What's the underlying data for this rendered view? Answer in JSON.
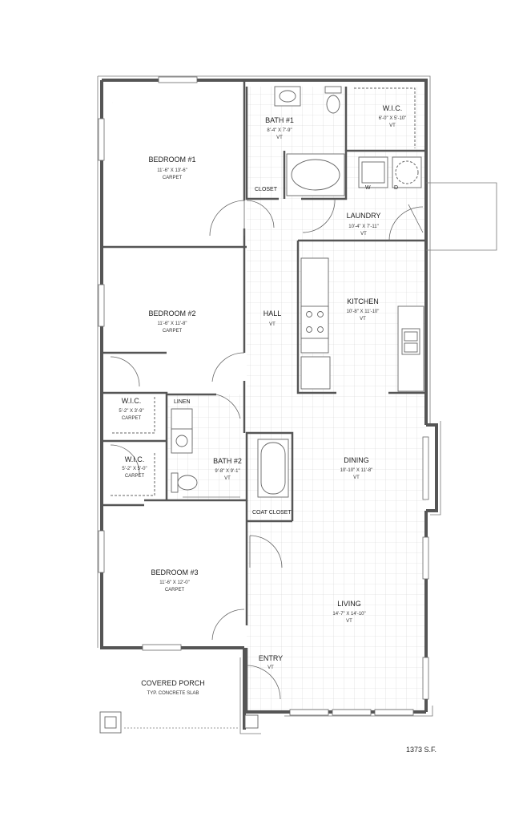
{
  "rooms": {
    "bedroom1": {
      "name": "BEDROOM #1",
      "size": "11'-6\" X 13'-6\"",
      "floor": "CARPET"
    },
    "bath1": {
      "name": "BATH #1",
      "size": "8'-4\" X 7'-9\"",
      "floor": "VT"
    },
    "wic1": {
      "name": "W.I.C.",
      "size": "6'-0\" X 5'-10\"",
      "floor": "VT"
    },
    "closet": {
      "name": "CLOSET"
    },
    "laundry": {
      "name": "LAUNDRY",
      "size": "10'-4\" X 7'-11\"",
      "floor": "VT"
    },
    "bedroom2": {
      "name": "BEDROOM #2",
      "size": "11'-6\" X 11'-8\"",
      "floor": "CARPET"
    },
    "hall": {
      "name": "HALL",
      "floor": "VT"
    },
    "kitchen": {
      "name": "KITCHEN",
      "size": "10'-8\" X 11'-10\"",
      "floor": "VT"
    },
    "wic2": {
      "name": "W.I.C.",
      "size": "5'-2\" X 3'-9\"",
      "floor": "CARPET"
    },
    "linen": {
      "name": "LINEN"
    },
    "bath2": {
      "name": "BATH #2",
      "size": "9'-8\" X 9'-1\"",
      "floor": "VT"
    },
    "wic3": {
      "name": "W.I.C.",
      "size": "5'-2\" X 5'-0\"",
      "floor": "CARPET"
    },
    "dining": {
      "name": "DINING",
      "size": "10'-10\" X 11'-8\"",
      "floor": "VT"
    },
    "coat_closet": {
      "name": "COAT CLOSET"
    },
    "bedroom3": {
      "name": "BEDROOM #3",
      "size": "11'-6\" X 12'-0\"",
      "floor": "CARPET"
    },
    "living": {
      "name": "LIVING",
      "size": "14'-7\" X 14'-10\"",
      "floor": "VT"
    },
    "entry": {
      "name": "ENTRY",
      "floor": "VT"
    },
    "porch": {
      "name": "COVERED PORCH",
      "note": "TYP. CONCRETE SLAB"
    }
  },
  "fixtures": {
    "washer_tag": "W",
    "dryer_tag": "D"
  },
  "total_area": "1373 S.F."
}
